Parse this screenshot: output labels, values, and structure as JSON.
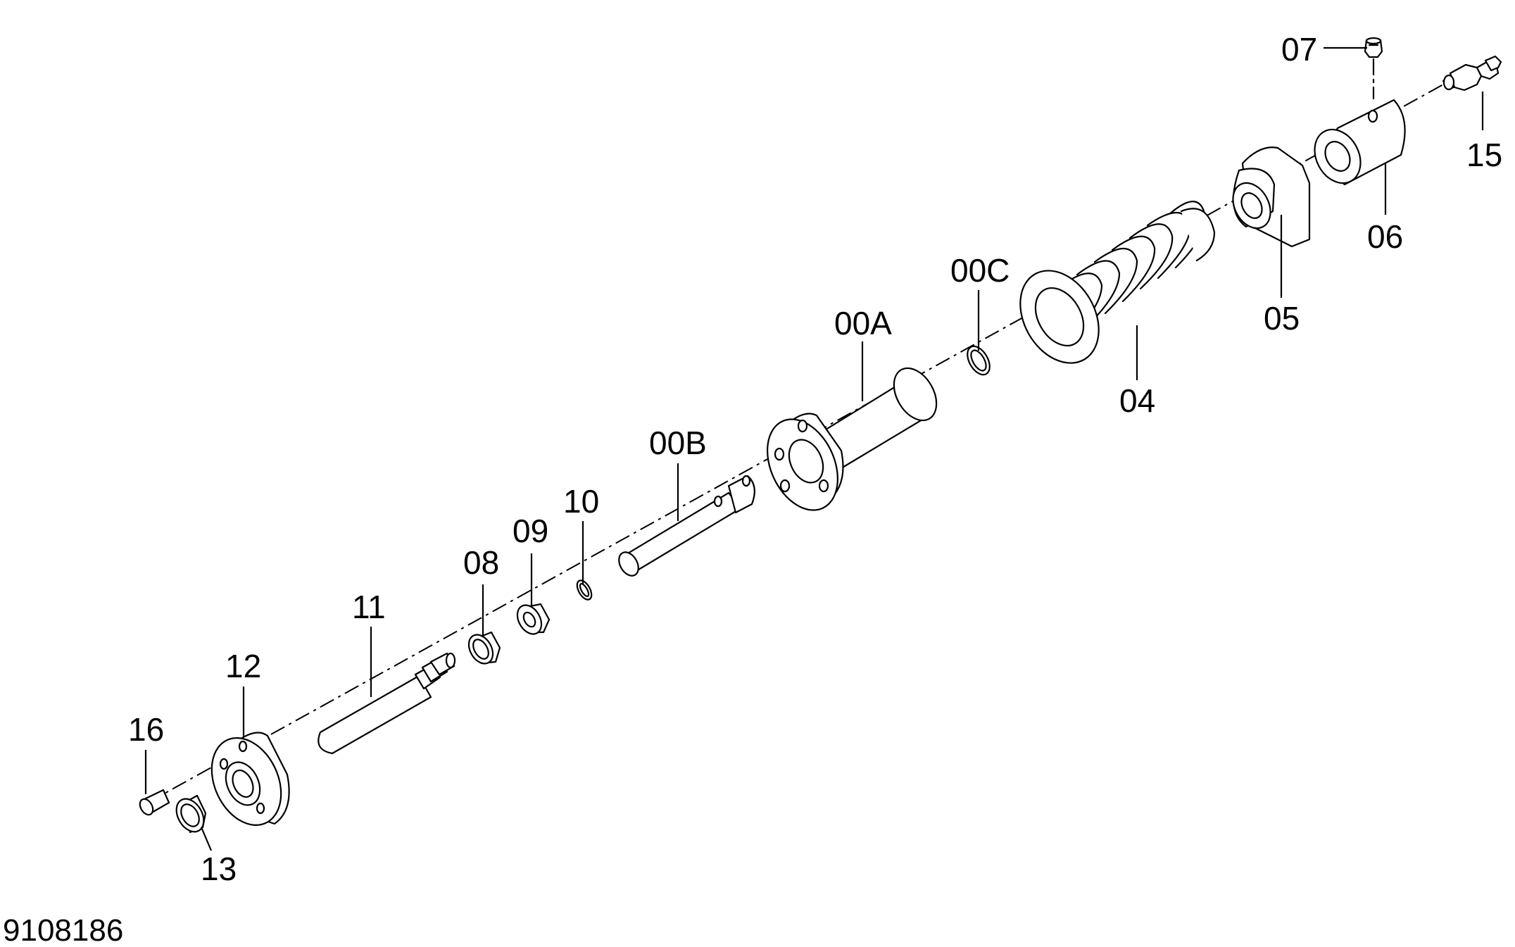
{
  "drawing_id": "9108186",
  "callouts": {
    "c07": "07",
    "c15": "15",
    "c06": "06",
    "c05": "05",
    "c00C": "00C",
    "c04": "04",
    "c00A": "00A",
    "c00B": "00B",
    "c10": "10",
    "c09": "09",
    "c08": "08",
    "c11": "11",
    "c12": "12",
    "c16": "16",
    "c13": "13"
  },
  "parts": [
    "16",
    "13",
    "12",
    "11",
    "08",
    "09",
    "10",
    "00B",
    "00A",
    "00C",
    "04",
    "05",
    "06",
    "07",
    "15"
  ]
}
